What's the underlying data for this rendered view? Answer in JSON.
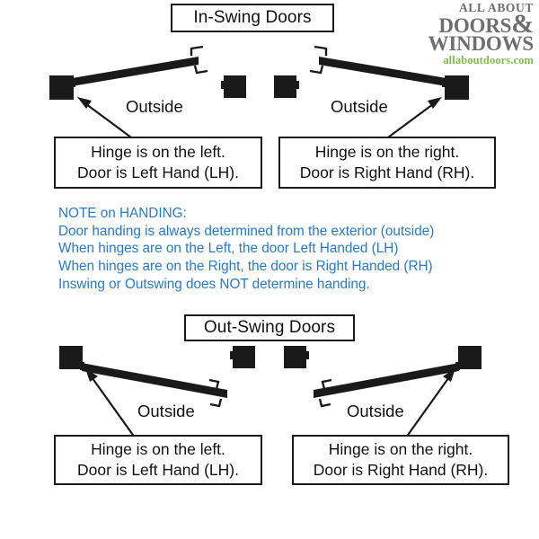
{
  "brand": {
    "line1": "ALL ABOUT",
    "line2": "DOORS",
    "amp": "&",
    "line3": "WINDOWS",
    "site": "allaboutdoors.com",
    "gray": "#6e6e6e",
    "green": "#7fba4c"
  },
  "sections": {
    "inswing": {
      "title": "In-Swing Doors",
      "left": {
        "outside_label": "Outside",
        "caption_line1": "Hinge is on the left.",
        "caption_line2": "Door is Left Hand (LH)."
      },
      "right": {
        "outside_label": "Outside",
        "caption_line1": "Hinge is on the right.",
        "caption_line2": "Door is Right Hand (RH)."
      }
    },
    "outswing": {
      "title": "Out-Swing Doors",
      "left": {
        "outside_label": "Outside",
        "caption_line1": "Hinge is on the left.",
        "caption_line2": "Door is Left Hand (LH)."
      },
      "right": {
        "outside_label": "Outside",
        "caption_line1": "Hinge is on the right.",
        "caption_line2": "Door is Right Hand (RH)."
      }
    }
  },
  "note": {
    "color": "#2379d6",
    "line1": "NOTE on HANDING:",
    "line2": "Door handing is always determined from the exterior (outside)",
    "line3": "When hinges are on the Left, the door Left Handed (LH)",
    "line4": "When hinges are on the Right, the door is Right Handed (RH)",
    "line5": "Inswing or Outswing does NOT determine handing."
  },
  "colors": {
    "ink": "#1a1a1a",
    "paper": "#ffffff"
  }
}
